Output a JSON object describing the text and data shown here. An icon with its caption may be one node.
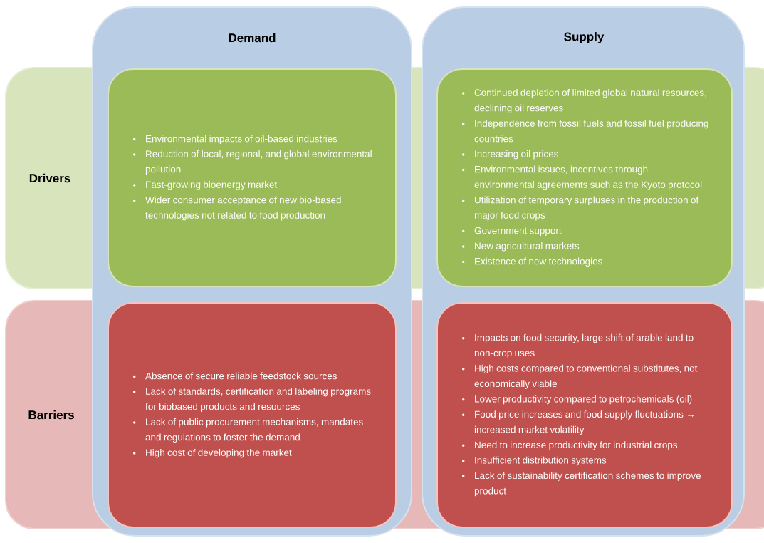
{
  "diagram": {
    "nodes": [
      {
        "text": [
          "Demand"
        ]
      },
      {
        "text": [
          "Supply"
        ]
      },
      {
        "text": [
          "Drivers"
        ]
      },
      {
        "text": [
          "Barriers"
        ]
      },
      {
        "text": [
          "Environmental impacts of oil-based industries",
          "Reduction of local, regional, and global environmental pollution",
          "Fast-growing bioenergy market",
          "Wider consumer acceptance of new bio-based technologies not related to food production"
        ]
      },
      {
        "text": [
          "Continued depletion of limited global natural resources, declining oil reserves",
          "Independence from fossil fuels and fossil fuel producing countries",
          "Increasing oil prices",
          "Environmental issues, incentives through environmental agreements such as the Kyoto protocol",
          "Utilization of temporary surpluses in the production of major food crops",
          "Government support",
          "New agricultural markets",
          "Existence of new technologies"
        ]
      },
      {
        "text": [
          "Absence of secure reliable feedstock sources",
          "Lack of standards, certification and labeling programs for biobased products and resources",
          "Lack of public procurement mechanisms, mandates and regulations to foster the demand",
          "High cost of developing the market"
        ]
      },
      {
        "text": [
          "Impacts on food security, large shift of arable land to non-crop uses",
          "High costs compared to conventional substitutes, not economically viable",
          "Lower productivity compared to petrochemicals (oil)",
          "Food price increases and food supply fluctuations → increased market volatility",
          "Need to increase productivity for industrial crops",
          "Insufficient distribution systems",
          "Lack of sustainability certification schemes to improve product"
        ]
      }
    ]
  }
}
